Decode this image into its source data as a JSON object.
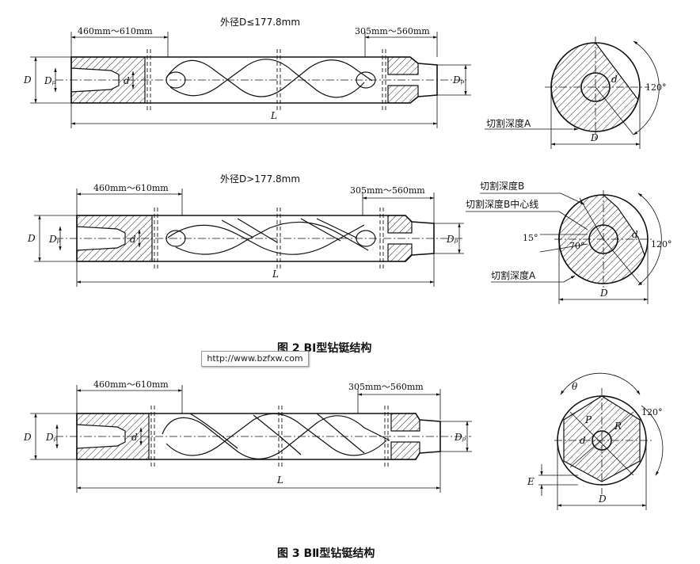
{
  "figure_top": {
    "heading_small": "外径D≤177.8mm",
    "heading_large": "外径D>177.8mm",
    "caption": "图 2   BⅠ型钻铤结构"
  },
  "figure_bottom": {
    "caption": "图 3   BⅡ型钻铤结构"
  },
  "dims": {
    "pin_len": "460mm～610mm",
    "box_len": "305mm～560mm",
    "D": "D",
    "Dp": "Dₚ",
    "Df": "Dₚ",
    "d": "d",
    "L": "L",
    "E": "E",
    "P": "P",
    "R": "R",
    "theta": "θ"
  },
  "section_labels": {
    "cut_depth_a": "切割深度A",
    "cut_depth_b": "切割深度B",
    "cut_depth_b_center": "切割深度B中心线",
    "angle_120": "120°",
    "angle_15": "15°",
    "angle_70": "70°"
  },
  "watermark": "http://www.bzfxw.com"
}
